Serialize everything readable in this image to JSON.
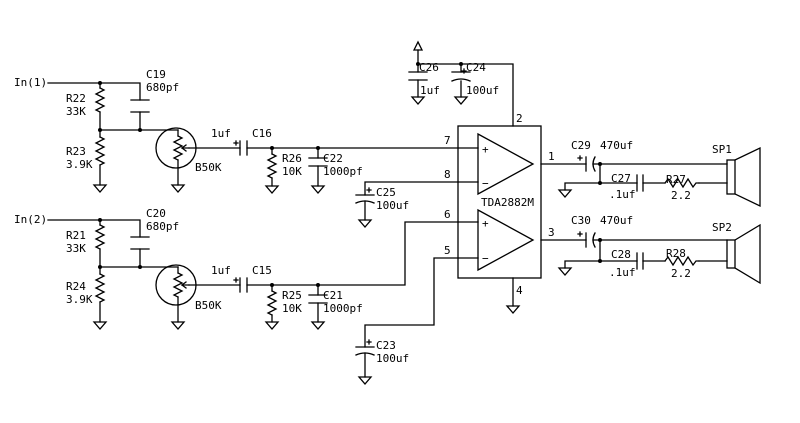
{
  "inputs": {
    "in1": "In(1)",
    "in2": "In(2)"
  },
  "ic": {
    "name": "TDA2882M"
  },
  "pins": {
    "p1": "1",
    "p2": "2",
    "p3": "3",
    "p4": "4",
    "p5": "5",
    "p6": "6",
    "p7": "7",
    "p8": "8"
  },
  "opamp_symbols": {
    "plus": "+",
    "minus": "−"
  },
  "components": {
    "r22": {
      "ref": "R22",
      "value": "33K"
    },
    "r23": {
      "ref": "R23",
      "value": "3.9K"
    },
    "c19": {
      "ref": "C19",
      "value": "680pf"
    },
    "pot1": {
      "value": "B50K"
    },
    "c16": {
      "ref": "C16",
      "value": "1uf"
    },
    "r26": {
      "ref": "R26",
      "value": "10K"
    },
    "c22": {
      "ref": "C22",
      "value": "1000pf"
    },
    "r21": {
      "ref": "R21",
      "value": "33K"
    },
    "r24": {
      "ref": "R24",
      "value": "3.9K"
    },
    "c20": {
      "ref": "C20",
      "value": "680pf"
    },
    "pot2": {
      "value": "B50K"
    },
    "c15": {
      "ref": "C15",
      "value": "1uf"
    },
    "r25": {
      "ref": "R25",
      "value": "10K"
    },
    "c21": {
      "ref": "C21",
      "value": "1000pf"
    },
    "c25": {
      "ref": "C25",
      "value": "100uf"
    },
    "c23": {
      "ref": "C23",
      "value": "100uf"
    },
    "c26": {
      "ref": "C26",
      "value": "1uf"
    },
    "c24": {
      "ref": "C24",
      "value": "100uf"
    },
    "c29": {
      "ref": "C29",
      "value": "470uf"
    },
    "c27": {
      "ref": "C27",
      "value": ".1uf"
    },
    "r27": {
      "ref": "R27",
      "value": "2.2"
    },
    "sp1": {
      "ref": "SP1"
    },
    "c30": {
      "ref": "C30",
      "value": "470uf"
    },
    "c28": {
      "ref": "C28",
      "value": ".1uf"
    },
    "r28": {
      "ref": "R28",
      "value": "2.2"
    },
    "sp2": {
      "ref": "SP2"
    }
  }
}
